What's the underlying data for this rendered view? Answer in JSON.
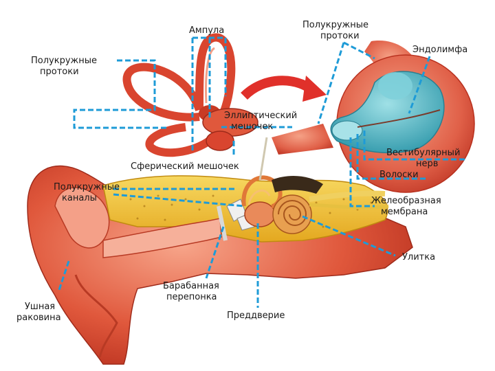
{
  "labels": {
    "semicircular_ducts_left_1": "Полукружные",
    "semicircular_ducts_left_2": "протоки",
    "ampulla": "Ампула",
    "semicircular_ducts_top_1": "Полукружные",
    "semicircular_ducts_top_2": "протоки",
    "endolymph": "Эндолимфа",
    "utricle_1": "Эллиптический",
    "utricle_2": "мешочек",
    "vestibular_nerve_1": "Вестибулярный",
    "vestibular_nerve_2": "нерв",
    "hairs": "Волоски",
    "gel_membrane_1": "Желеобразная",
    "gel_membrane_2": "мембрана",
    "saccule": "Сферический мешочек",
    "semicircular_canals_1": "Полукружные",
    "semicircular_canals_2": "каналы",
    "cochlea": "Улитка",
    "eardrum_1": "Барабанная",
    "eardrum_2": "перепонка",
    "vestibule": "Преддверие",
    "auricle_1": "Ушная",
    "auricle_2": "раковина"
  },
  "colors": {
    "leader": "#1e9bd7",
    "tissue_red": "#d9452f",
    "tissue_light": "#f08a6a",
    "bone_yellow": "#f2c230",
    "endolymph_teal": "#5bb8c4",
    "arrow_red": "#e0302a",
    "nerve_yellow": "#f0d060"
  }
}
